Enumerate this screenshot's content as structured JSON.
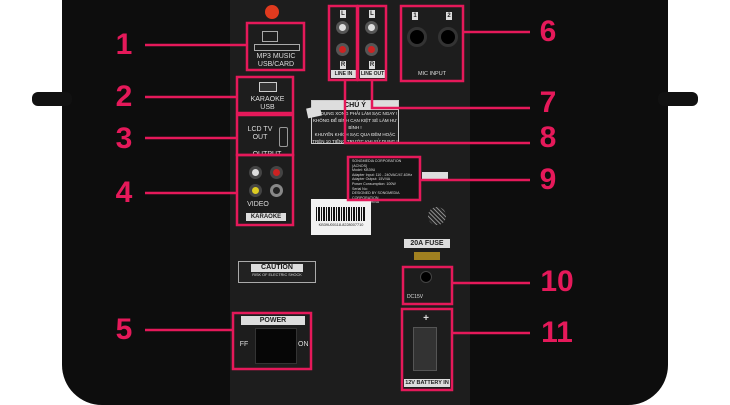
{
  "accent_color": "#e5195a",
  "callouts": [
    "1",
    "2",
    "3",
    "4",
    "5",
    "6",
    "7",
    "8",
    "9",
    "10",
    "11"
  ],
  "panel": {
    "mp3_label": "MP3 MUSIC USB/CARD",
    "line_in": {
      "l": "L",
      "r": "R",
      "label": "LINE IN"
    },
    "line_out": {
      "l": "L",
      "r": "R",
      "label": "LINE OUT"
    },
    "mic": {
      "ch1": "1",
      "ch2": "2",
      "label": "MIC INPUT"
    },
    "karaoke_usb": "KARAOKE USB",
    "lcd_tv_out": "LCD TV OUT",
    "output": "OUTPUT",
    "video": "VIDEO",
    "karaoke": "KARAOKE",
    "warning": {
      "title": "CHÚ Ý",
      "lines": [
        "SỬ DỤNG XONG PHẢI LÀM SẠC NGAY !",
        "KHÔNG ĐỂ BÌNH CẠN KIỆT SẼ LÀM HƯ BÌNH !",
        "KHUYẾN KHÍCH SẠC QUA ĐÊM HOẶC",
        "TRÊN 10 TIẾNG TRƯỚC KHI SỬ DỤNG !"
      ]
    },
    "spec": {
      "lines": [
        "SONGMEDIA CORPORATION (ACNOS)",
        "Model: KB39U",
        "Adapter Input: 110 - 240VAC/47-63Hz",
        "Adapter Output: 15V/4A",
        "Power Consumption: 100W",
        "Serial No:",
        "DESIGNED BY SONGMEDIA CORPORATION",
        "MADE IN CHINA"
      ]
    },
    "barcode_text": "KB39U00118-8228007710",
    "fuse": "20A FUSE",
    "dc_label": "DC15V",
    "caution": {
      "title": "CAUTION",
      "sub": "RISK OF ELECTRIC SHOCK"
    },
    "power": {
      "title": "POWER",
      "off": "FF",
      "on": "ON"
    },
    "battery": {
      "plus": "+",
      "label": "12V BATTERY IN"
    }
  }
}
